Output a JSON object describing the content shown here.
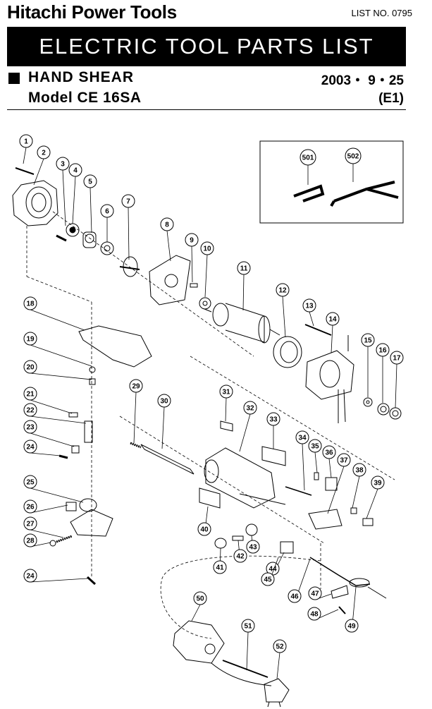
{
  "header": {
    "brand": "Hitachi Power Tools",
    "list_no": "LIST NO. 0795",
    "title": "ELECTRIC TOOL PARTS LIST",
    "product": "HAND SHEAR",
    "date": "2003・ 9・25",
    "model": "Model CE 16SA",
    "code": "(E1)"
  },
  "parts": [
    {
      "no": "1"
    },
    {
      "no": "2"
    },
    {
      "no": "3"
    },
    {
      "no": "4"
    },
    {
      "no": "5"
    },
    {
      "no": "6"
    },
    {
      "no": "7"
    },
    {
      "no": "8"
    },
    {
      "no": "9"
    },
    {
      "no": "10"
    },
    {
      "no": "11"
    },
    {
      "no": "12"
    },
    {
      "no": "13"
    },
    {
      "no": "14"
    },
    {
      "no": "15"
    },
    {
      "no": "16"
    },
    {
      "no": "17"
    },
    {
      "no": "18"
    },
    {
      "no": "19"
    },
    {
      "no": "20"
    },
    {
      "no": "21"
    },
    {
      "no": "22"
    },
    {
      "no": "23"
    },
    {
      "no": "24"
    },
    {
      "no": "25"
    },
    {
      "no": "26"
    },
    {
      "no": "27"
    },
    {
      "no": "28"
    },
    {
      "no": "29"
    },
    {
      "no": "30"
    },
    {
      "no": "31"
    },
    {
      "no": "32"
    },
    {
      "no": "33"
    },
    {
      "no": "34"
    },
    {
      "no": "35"
    },
    {
      "no": "36"
    },
    {
      "no": "37"
    },
    {
      "no": "38"
    },
    {
      "no": "39"
    },
    {
      "no": "40"
    },
    {
      "no": "41"
    },
    {
      "no": "42"
    },
    {
      "no": "43"
    },
    {
      "no": "44"
    },
    {
      "no": "45"
    },
    {
      "no": "46"
    },
    {
      "no": "47"
    },
    {
      "no": "48"
    },
    {
      "no": "49"
    },
    {
      "no": "50"
    },
    {
      "no": "51"
    },
    {
      "no": "52"
    },
    {
      "no": "24"
    },
    {
      "no": "501"
    },
    {
      "no": "502"
    }
  ]
}
